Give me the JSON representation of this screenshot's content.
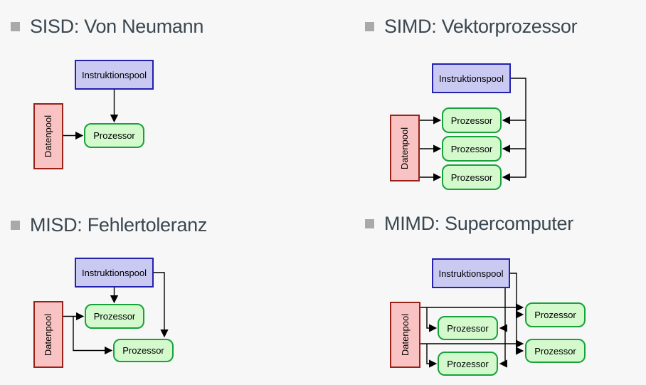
{
  "slide": {
    "background_color": "#f7f7f7",
    "layout": "2x2 grid of Flynn taxonomy diagrams"
  },
  "labels": {
    "instruction_pool": "Instruktionspool",
    "data_pool": "Datenpool",
    "processor": "Prozessor"
  },
  "panels": [
    {
      "id": "sisd",
      "title": "SISD: Von Neumann",
      "processor_count": 1
    },
    {
      "id": "simd",
      "title": "SIMD: Vektorprozessor",
      "processor_count": 3
    },
    {
      "id": "misd",
      "title": "MISD: Fehlertoleranz",
      "processor_count": 2
    },
    {
      "id": "mimd",
      "title": "MIMD: Supercomputer",
      "processor_count": 4
    }
  ],
  "colors": {
    "title_text": "#3a4750",
    "bullet": "#a9a9a9",
    "instruction_pool_fill": "#c9c9f2",
    "instruction_pool_border": "#2222ae",
    "data_pool_fill": "#f9c3c3",
    "data_pool_border": "#992118",
    "processor_fill": "#d3f9cd",
    "processor_border": "#17a23a",
    "arrow": "#000000"
  }
}
